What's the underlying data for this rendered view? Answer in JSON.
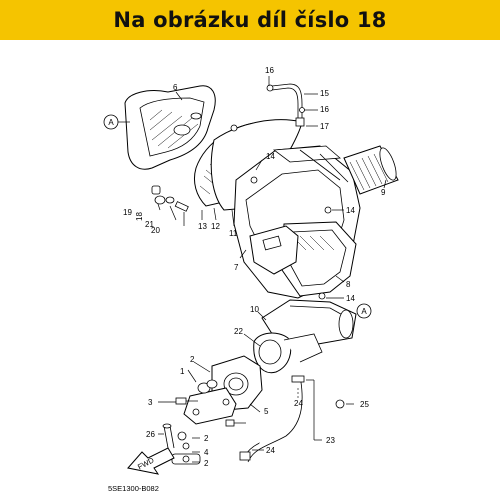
{
  "banner": {
    "text": "Na obrázku díl číslo 18",
    "color": "#f5c400"
  },
  "diagram_code": "5SE1300-B082",
  "parts": {
    "p1": "1",
    "p2a": "2",
    "p2b": "2",
    "p2c": "2",
    "p3": "3",
    "p4": "4",
    "p5": "5",
    "p6": "6",
    "p7": "7",
    "p8": "8",
    "p9": "9",
    "p10": "10",
    "p11": "11",
    "p12": "12",
    "p13": "13",
    "p14a": "14",
    "p14b": "14",
    "p14c": "14",
    "p15": "15",
    "p16a": "16",
    "p16b": "16",
    "p17": "17",
    "p18": "18",
    "p19": "19",
    "p20": "20",
    "p21": "21",
    "p22": "22",
    "p23": "23",
    "p24a": "24",
    "p24b": "24",
    "p25": "25",
    "p26": "26"
  },
  "refs": {
    "a1": "A",
    "a2": "A"
  },
  "fwd_label": "FWD"
}
